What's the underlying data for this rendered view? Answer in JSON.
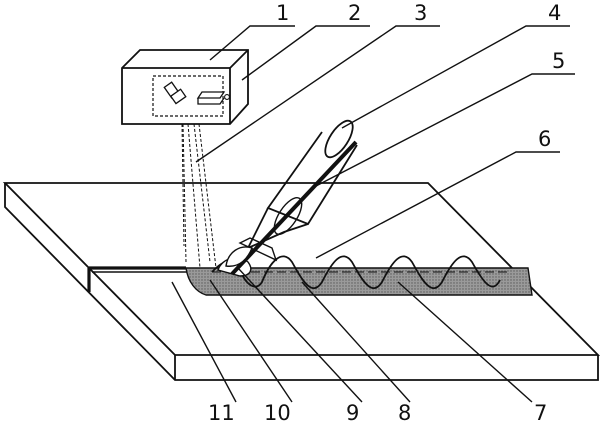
{
  "labels": [
    "1",
    "2",
    "3",
    "4",
    "5",
    "6",
    "7",
    "8",
    "9",
    "10",
    "11"
  ],
  "colors": {
    "line": "#111111",
    "seam": "#8c8c8c",
    "seam_dots": "#5a5a5a",
    "background": "#ffffff"
  },
  "icons": [
    "laser-generator-box-icon",
    "scanner-optics-icon",
    "camera-module-icon",
    "welding-torch-icon"
  ]
}
